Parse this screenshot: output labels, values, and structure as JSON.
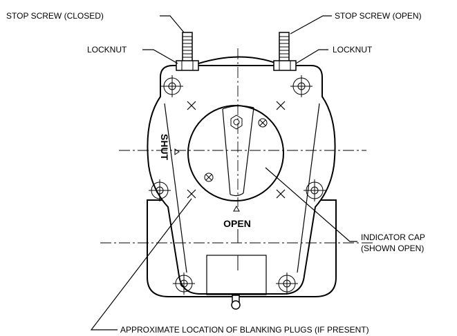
{
  "labels": {
    "stop_screw_closed": "STOP SCREW (CLOSED)",
    "stop_screw_open": "STOP SCREW (OPEN)",
    "locknut_left": "LOCKNUT",
    "locknut_right": "LOCKNUT",
    "shut": "SHUT",
    "open": "OPEN",
    "indicator_cap_line1": "INDICATOR CAP",
    "indicator_cap_line2": "(SHOWN OPEN)",
    "blanking_plugs": "APPROXIMATE LOCATION OF BLANKING PLUGS (IF PRESENT)"
  }
}
